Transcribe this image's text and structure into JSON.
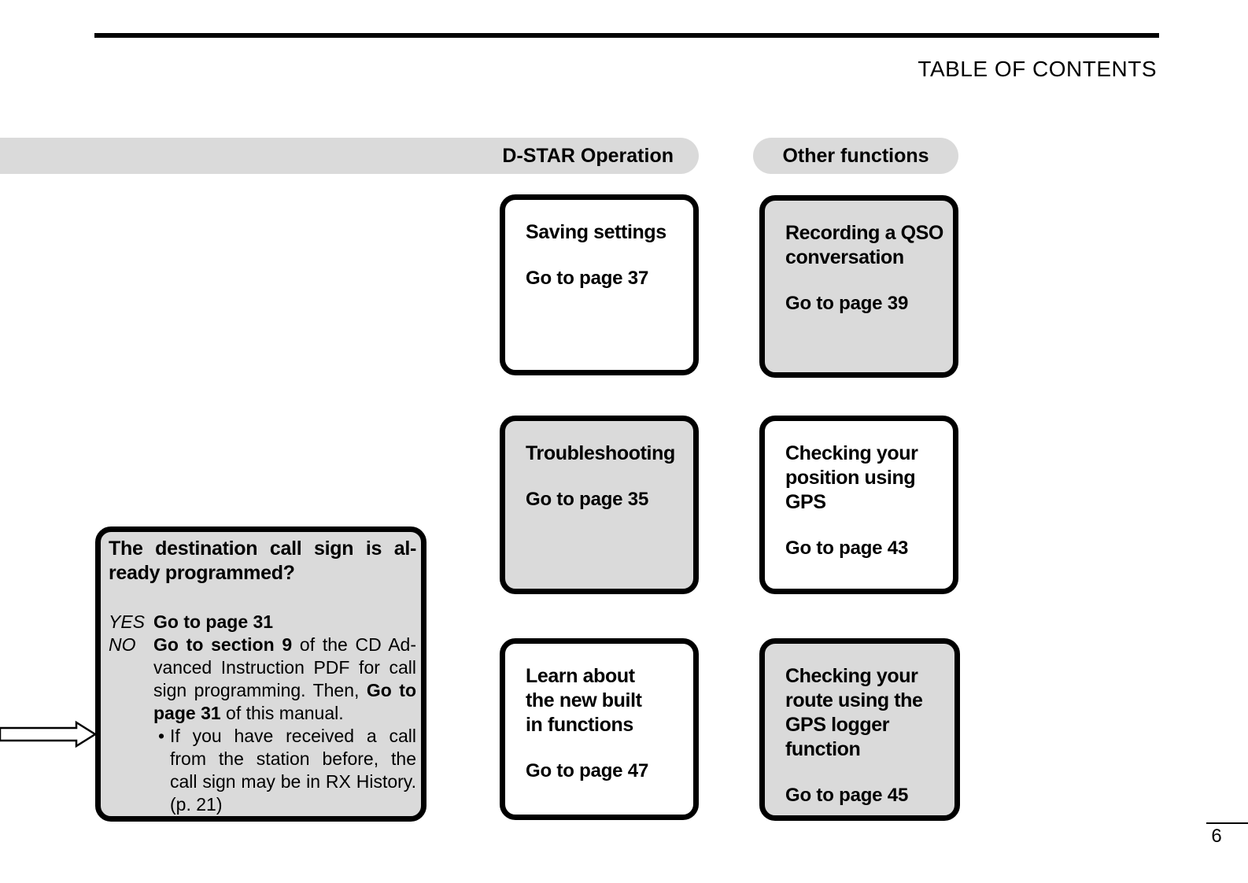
{
  "page": {
    "title": "TABLE OF CONTENTS",
    "page_number": "6"
  },
  "colors": {
    "shaded_gray": "#dadada",
    "line_black": "#000000"
  },
  "section_headers": [
    {
      "label": "D-STAR Operation"
    },
    {
      "label": "Other functions"
    }
  ],
  "boxes": [
    {
      "title_lines": [
        "Saving settings"
      ],
      "goto": "Go to page 37",
      "shaded": false
    },
    {
      "title_lines": [
        "Recording a QSO",
        "conversation"
      ],
      "goto": "Go to page 39",
      "shaded": true
    },
    {
      "title_lines": [
        "Troubleshooting"
      ],
      "goto": "Go to page 35",
      "shaded": true
    },
    {
      "title_lines": [
        "Checking your",
        "position using",
        "GPS"
      ],
      "goto": "Go to page 43",
      "shaded": false
    },
    {
      "title_lines": [
        "Learn about",
        "the new built",
        "in functions"
      ],
      "goto": "Go to page 47",
      "shaded": false
    },
    {
      "title_lines": [
        "Checking your",
        "route using the",
        "GPS logger",
        "function"
      ],
      "goto": "Go to page 45",
      "shaded": true
    }
  ],
  "decision_box": {
    "title_lines": [
      {
        "justify": true,
        "segs": [
          {
            "t": "The destination call sign is al-"
          }
        ]
      },
      {
        "segs": [
          {
            "t": "ready programmed?"
          }
        ]
      }
    ],
    "yes_label": "YES",
    "yes_text": "Go to page 31",
    "no_label": "NO",
    "no_lines": [
      {
        "justify": true,
        "segs": [
          {
            "t": "Go to section 9",
            "b": true
          },
          {
            "t": " of the CD Ad-"
          }
        ]
      },
      {
        "justify": true,
        "segs": [
          {
            "t": "vanced Instruction PDF for call"
          }
        ]
      },
      {
        "justify": true,
        "segs": [
          {
            "t": "sign programming. Then, "
          },
          {
            "t": "Go to",
            "b": true
          }
        ]
      },
      {
        "segs": [
          {
            "t": "page 31",
            "b": true
          },
          {
            "t": " of this manual."
          }
        ]
      }
    ],
    "bullet": "•",
    "bullet_lines": [
      {
        "justify": true,
        "segs": [
          {
            "t": "If you have received a call"
          }
        ]
      },
      {
        "justify": true,
        "segs": [
          {
            "t": "from the station before, the"
          }
        ]
      },
      {
        "justify": true,
        "segs": [
          {
            "t": "call sign may be in RX History."
          }
        ]
      },
      {
        "segs": [
          {
            "t": "(p. 21)"
          }
        ]
      }
    ]
  }
}
